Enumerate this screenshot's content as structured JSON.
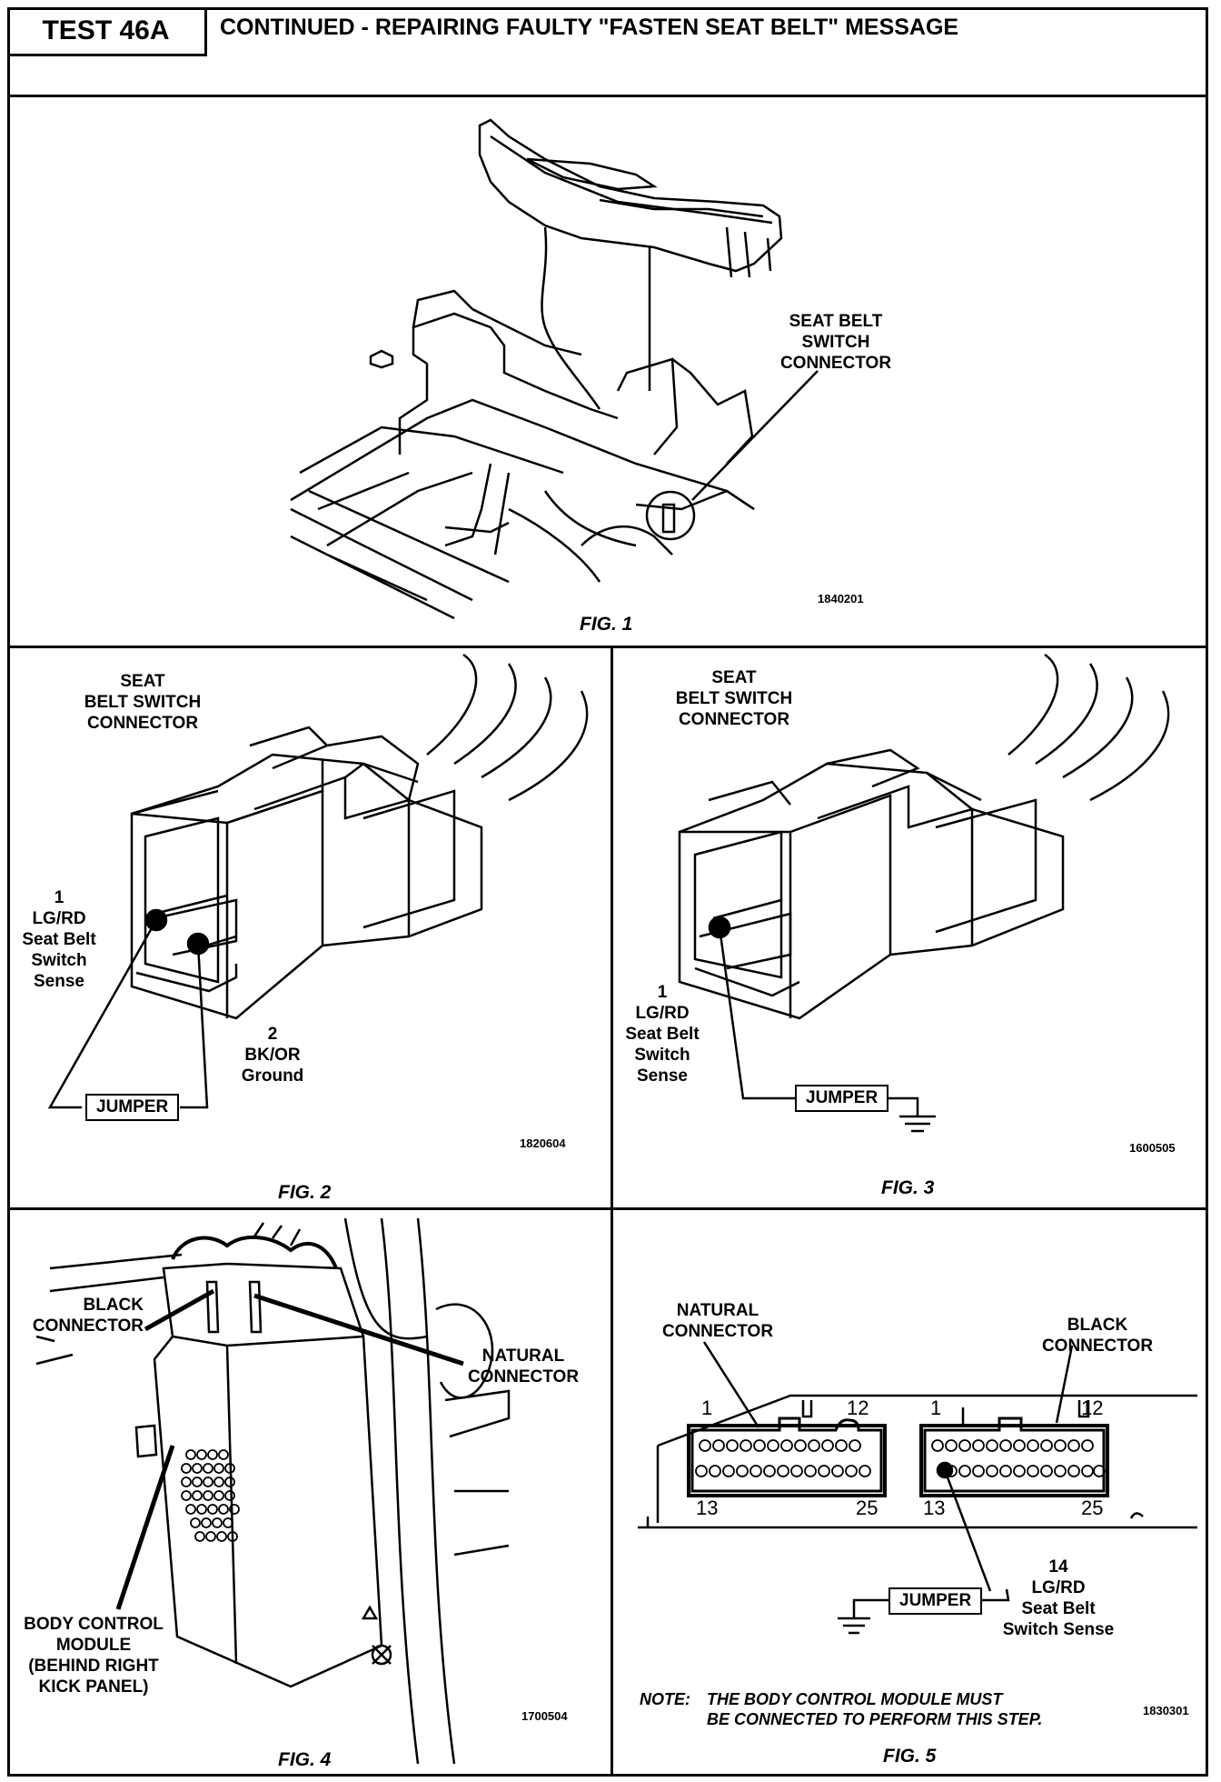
{
  "header": {
    "test_label": "TEST 46A",
    "title": "CONTINUED - REPAIRING FAULTY \"FASTEN SEAT BELT\" MESSAGE"
  },
  "fig1": {
    "label_line1": "SEAT BELT",
    "label_line2": "SWITCH",
    "label_line3": "CONNECTOR",
    "code": "1840201",
    "caption": "FIG. 1"
  },
  "fig2": {
    "title_line1": "SEAT",
    "title_line2": "BELT SWITCH",
    "title_line3": "CONNECTOR",
    "pin1_num": "1",
    "pin1_color": "LG/RD",
    "pin1_desc1": "Seat Belt",
    "pin1_desc2": "Switch",
    "pin1_desc3": "Sense",
    "pin2_num": "2",
    "pin2_color": "BK/OR",
    "pin2_desc": "Ground",
    "jumper": "JUMPER",
    "code": "1820604",
    "caption": "FIG. 2"
  },
  "fig3": {
    "title_line1": "SEAT",
    "title_line2": "BELT SWITCH",
    "title_line3": "CONNECTOR",
    "pin1_num": "1",
    "pin1_color": "LG/RD",
    "pin1_desc1": "Seat Belt",
    "pin1_desc2": "Switch",
    "pin1_desc3": "Sense",
    "jumper": "JUMPER",
    "code": "1600505",
    "caption": "FIG. 3"
  },
  "fig4": {
    "black_connector_1": "BLACK",
    "black_connector_2": "CONNECTOR",
    "natural_connector_1": "NATURAL",
    "natural_connector_2": "CONNECTOR",
    "bcm_1": "BODY CONTROL",
    "bcm_2": "MODULE",
    "bcm_3": "(BEHIND RIGHT",
    "bcm_4": "KICK PANEL)",
    "code": "1700504",
    "caption": "FIG. 4"
  },
  "fig5": {
    "natural_connector_1": "NATURAL",
    "natural_connector_2": "CONNECTOR",
    "black_connector_1": "BLACK",
    "black_connector_2": "CONNECTOR",
    "pin_1": "1",
    "pin_12": "12",
    "pin_13": "13",
    "pin_25": "25",
    "pin14_num": "14",
    "pin14_color": "LG/RD",
    "pin14_desc1": "Seat Belt",
    "pin14_desc2": "Switch Sense",
    "jumper": "JUMPER",
    "note_label": "NOTE:",
    "note_line1": "THE BODY CONTROL MODULE MUST",
    "note_line2": "BE CONNECTED TO PERFORM THIS STEP.",
    "code": "1830301",
    "caption": "FIG. 5"
  }
}
